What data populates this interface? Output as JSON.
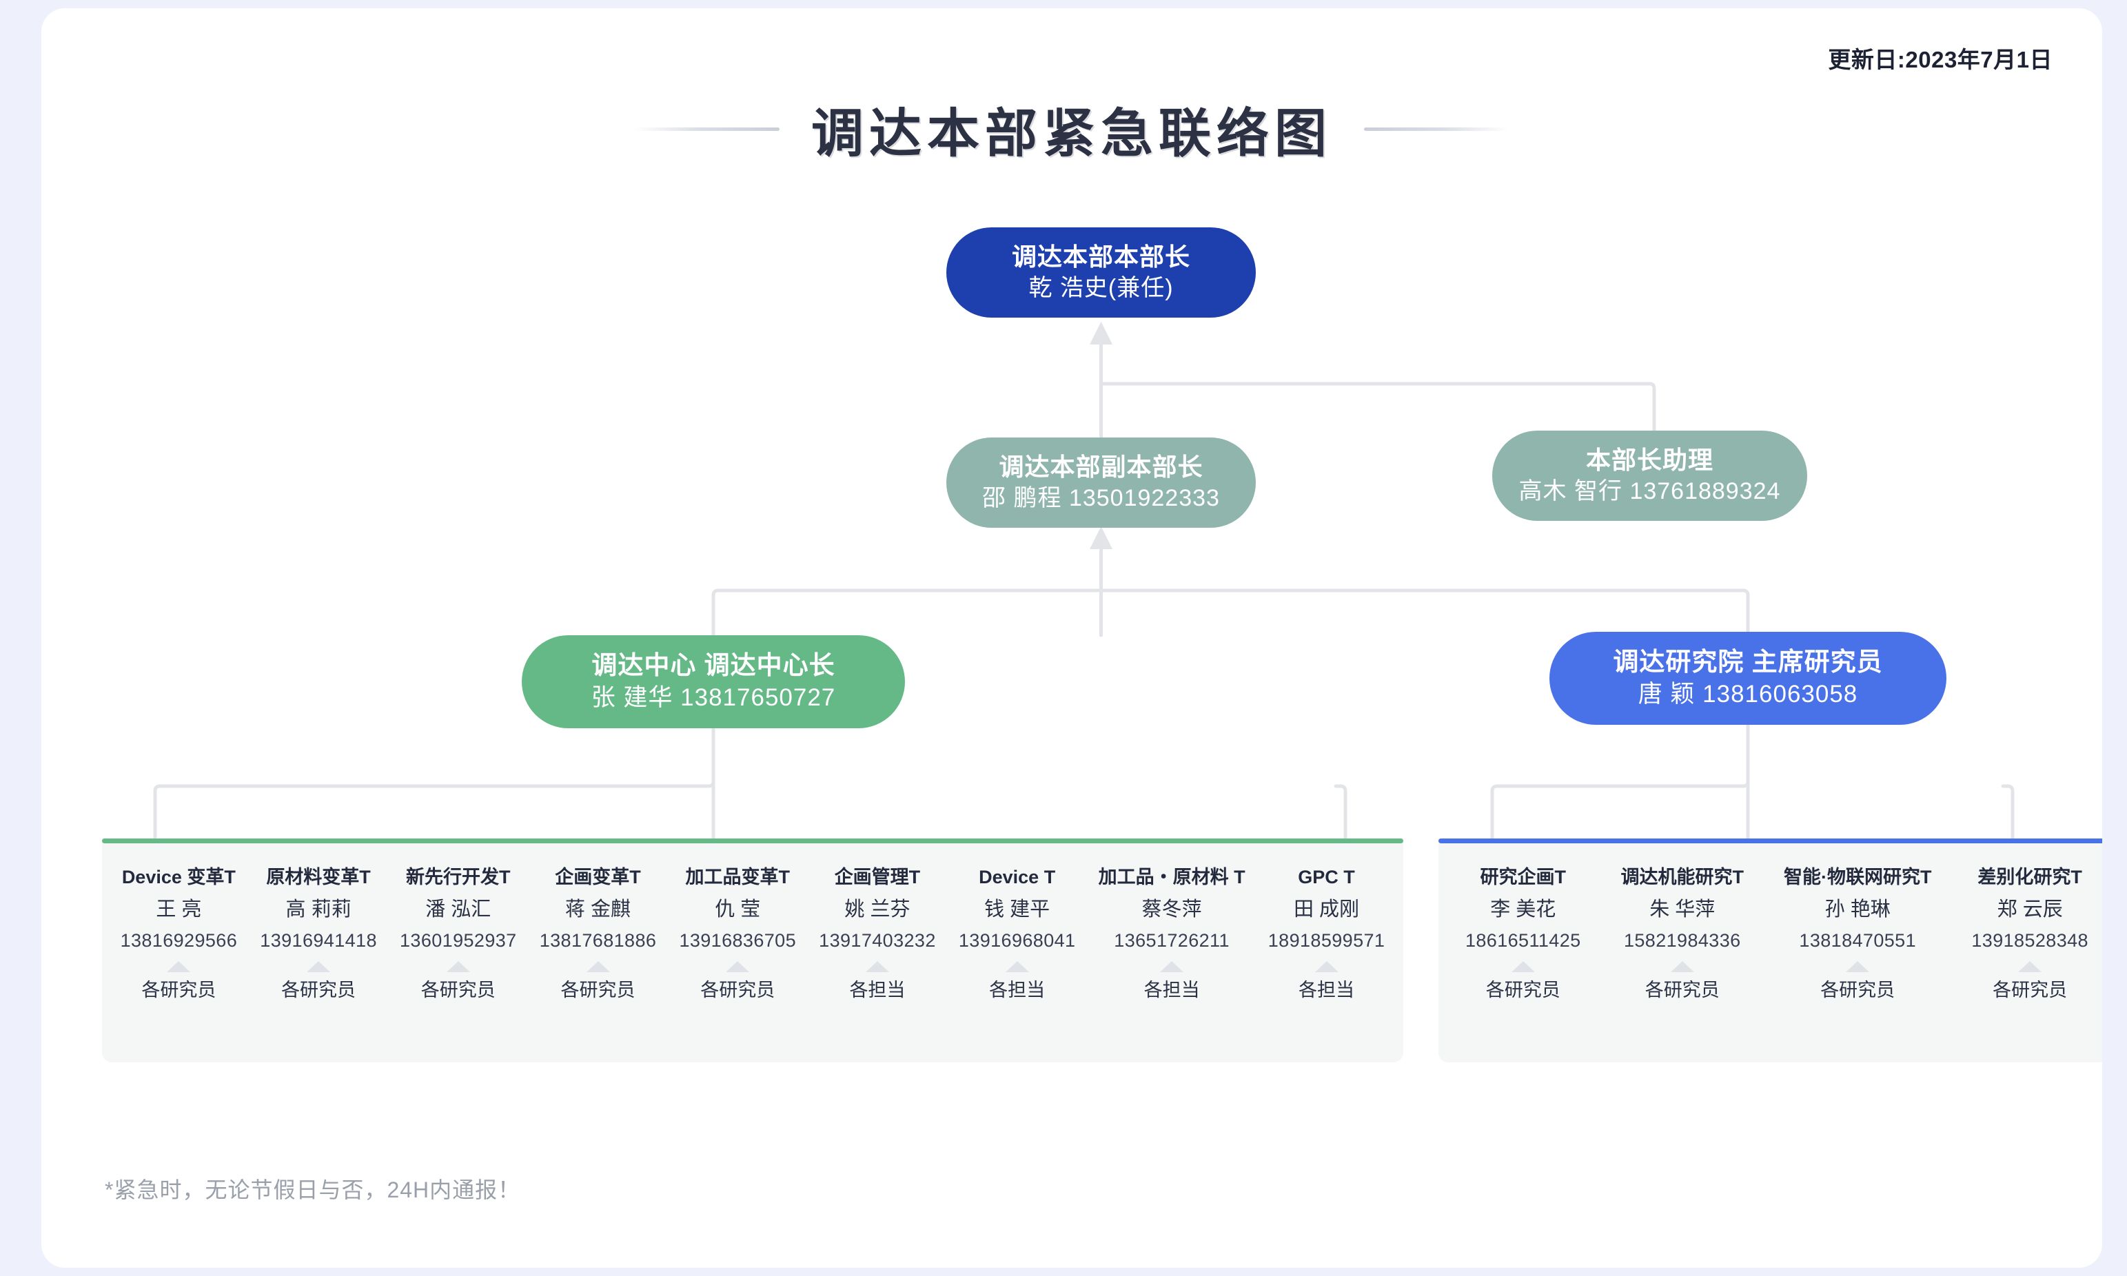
{
  "header": {
    "update_date": "更新日:2023年7月1日",
    "title": "调达本部紧急联络图"
  },
  "colors": {
    "director": "#1e40af",
    "deputy": "#8fb5ac",
    "assistant": "#8fb5ac",
    "center": "#64b987",
    "institute": "#4a72e8",
    "panel_left_accent": "#64b987",
    "panel_right_accent": "#4a72e8",
    "panel_background": "#f5f7f7",
    "page_background": "#eef1fb",
    "card_background": "#ffffff",
    "connector": "#e2e4e7"
  },
  "nodes": {
    "director": {
      "title": "调达本部本部长",
      "person": "乾 浩史(兼任)"
    },
    "deputy": {
      "title": "调达本部副本部长",
      "person": "邵 鹏程 13501922333"
    },
    "assistant": {
      "title": "本部长助理",
      "person": "高木 智行 13761889324"
    },
    "center": {
      "title": "调达中心 调达中心长",
      "person": "张 建华 13817650727"
    },
    "institute": {
      "title": "调达研究院 主席研究员",
      "person": "唐 颖 13816063058"
    }
  },
  "panel_left": {
    "teams": [
      {
        "title": "Device 变革T",
        "name": "王 亮",
        "phone": "13816929566",
        "role": "各研究员"
      },
      {
        "title": "原材料变革T",
        "name": "高 莉莉",
        "phone": "13916941418",
        "role": "各研究员"
      },
      {
        "title": "新先行开发T",
        "name": "潘 泓汇",
        "phone": "13601952937",
        "role": "各研究员"
      },
      {
        "title": "企画变革T",
        "name": "蒋 金麒",
        "phone": "13817681886",
        "role": "各研究员"
      },
      {
        "title": "加工品变革T",
        "name": "仇 莹",
        "phone": "13916836705",
        "role": "各研究员"
      },
      {
        "title": "企画管理T",
        "name": "姚 兰芬",
        "phone": "13917403232",
        "role": "各担当"
      },
      {
        "title": "Device T",
        "name": "钱 建平",
        "phone": "13916968041",
        "role": "各担当"
      },
      {
        "title": "加工品・原材料 T",
        "name": "蔡冬萍",
        "phone": "13651726211",
        "role": "各担当"
      },
      {
        "title": "GPC T",
        "name": "田 成刚",
        "phone": "18918599571",
        "role": "各担当"
      }
    ]
  },
  "panel_right": {
    "teams": [
      {
        "title": "研究企画T",
        "name": "李 美花",
        "phone": "18616511425",
        "role": "各研究员"
      },
      {
        "title": "调达机能研究T",
        "name": "朱 华萍",
        "phone": "15821984336",
        "role": "各研究员"
      },
      {
        "title": "智能·物联网研究T",
        "name": "孙 艳琳",
        "phone": "13818470551",
        "role": "各研究员"
      },
      {
        "title": "差别化研究T",
        "name": "郑 云辰",
        "phone": "13918528348",
        "role": "各研究员"
      }
    ]
  },
  "footer": {
    "note": "*紧急时，无论节假日与否，24H内通报！"
  }
}
